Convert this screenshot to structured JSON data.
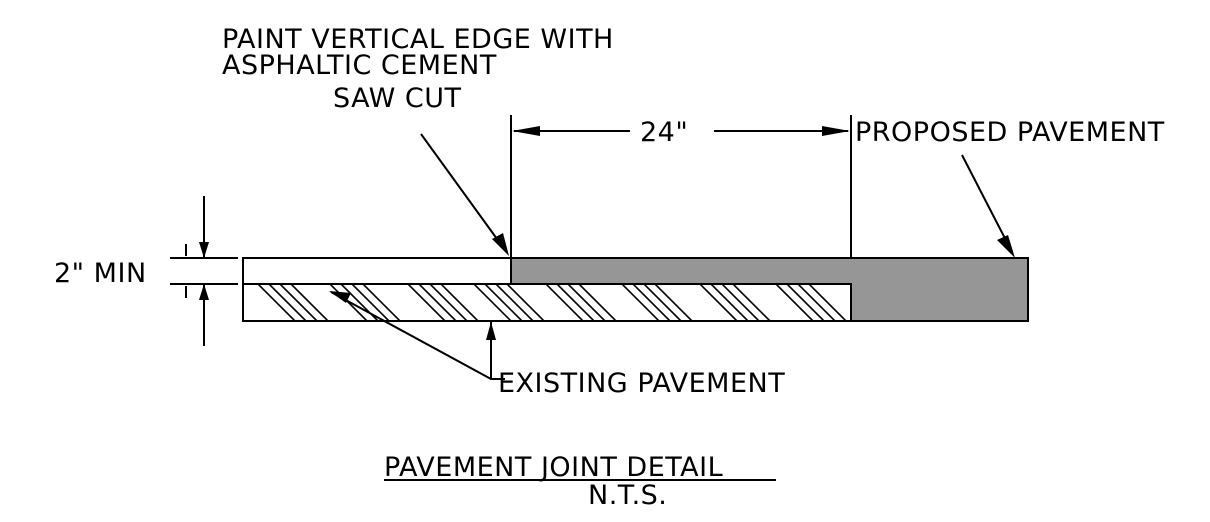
{
  "labels": {
    "paint_line1": "PAINT VERTICAL EDGE WITH",
    "paint_line2": "ASPHALTIC CEMENT",
    "saw_cut": "SAW CUT",
    "dimension_24": "24\"",
    "proposed": "PROPOSED PAVEMENT",
    "min_thickness": "2\" MIN",
    "existing": "EXISTING PAVEMENT",
    "title": "PAVEMENT JOINT DETAIL",
    "scale": "N.T.S."
  },
  "colors": {
    "line": "#000000",
    "proposed_fill": "#969696",
    "background": "#ffffff"
  }
}
